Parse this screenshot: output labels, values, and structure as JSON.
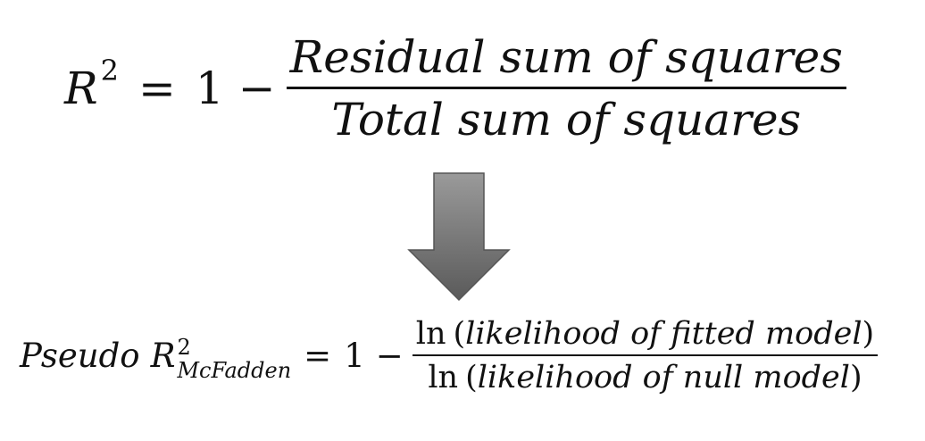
{
  "equation_r2": {
    "lhs_symbol": "R",
    "lhs_exponent": "2",
    "equals": "=",
    "one": "1",
    "minus": "−",
    "numerator": "Residual sum of squares",
    "denominator": "Total sum of squares"
  },
  "arrow": {
    "icon": "down-arrow-icon",
    "fill_light": "#9a9a9a",
    "fill_dark": "#5a5a5a"
  },
  "equation_pseudo": {
    "prefix": "Pseudo",
    "symbol": "R",
    "exponent": "2",
    "subscript": "McFadden",
    "equals": "=",
    "one": "1",
    "minus": "−",
    "numerator_fn": "ln",
    "numerator_open": "(",
    "numerator_arg": "likelihood of fitted model",
    "numerator_close": ")",
    "denominator_fn": "ln",
    "denominator_open": "(",
    "denominator_arg": "likelihood of null model",
    "denominator_close": ")"
  }
}
